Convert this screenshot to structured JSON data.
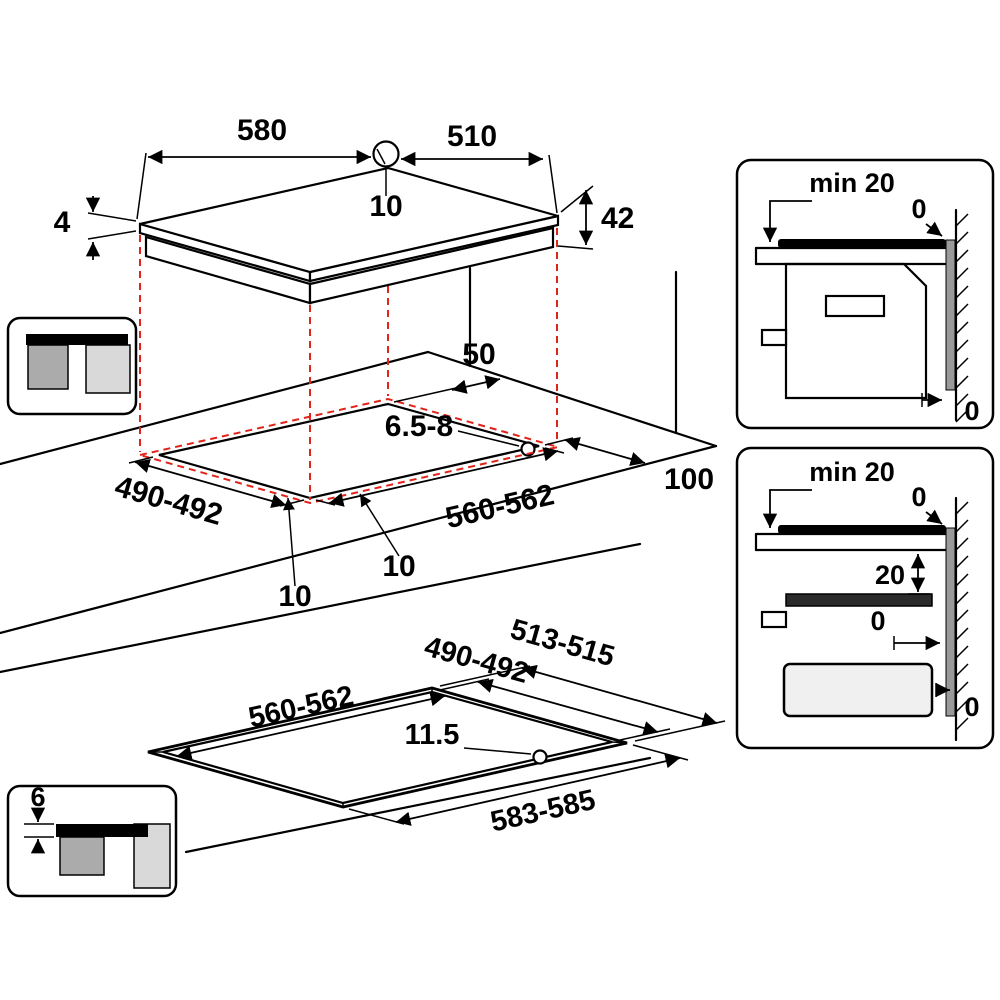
{
  "hob_view": {
    "width": "580",
    "depth": "510",
    "hole_offset": "10",
    "glass_thickness": "4",
    "total_height": "42"
  },
  "worktop_view": {
    "rear_clearance": "50",
    "hole_diameter": "6.5-8",
    "side_clearance": "100",
    "cutout_depth": "490-492",
    "cutout_width": "560-562",
    "edge_offset_left": "10",
    "edge_offset_right": "10"
  },
  "flush_view": {
    "outer_depth": "513-515",
    "cutout_depth": "490-492",
    "cutout_width": "560-562",
    "corner_radius": "11.5",
    "outer_width": "583-585"
  },
  "flush_inset": {
    "step_depth": "6"
  },
  "standard_section": {
    "front_clearance": "min 20",
    "wall_gap_top": "0",
    "wall_gap_bottom": "0"
  },
  "flush_section": {
    "front_clearance": "min 20",
    "wall_gap_top": "0",
    "shelf_gap": "20",
    "shelf_wall_gap": "0",
    "wall_gap_bottom": "0"
  },
  "colors": {
    "projection_red": "#e2231a",
    "line_black": "#000000"
  }
}
